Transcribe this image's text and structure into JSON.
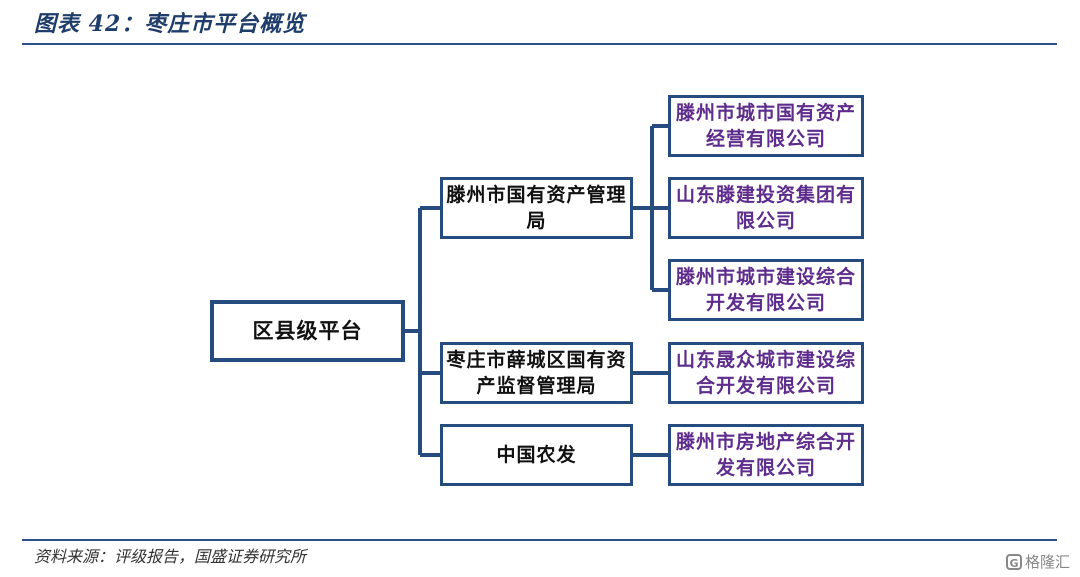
{
  "header": {
    "title": "图表 42：枣庄市平台概览"
  },
  "diagram": {
    "root": {
      "label": "区县级平台"
    },
    "branches": [
      {
        "label": "滕州市国有资产管理局",
        "children": [
          "滕州市城市国有资产经营有限公司",
          "山东滕建投资集团有限公司",
          "滕州市城市建设综合开发有限公司"
        ]
      },
      {
        "label": "枣庄市薛城区国有资产监督管理局",
        "children": [
          "山东晟众城市建设综合开发有限公司"
        ]
      },
      {
        "label": "中国农发",
        "children": [
          "滕州市房地产综合开发有限公司"
        ]
      }
    ],
    "colors": {
      "line": "#264b7f",
      "leaf_text": "#5e2c8c"
    }
  },
  "footer": {
    "source": "资料来源：评级报告，国盛证券研究所",
    "watermark": "格隆汇"
  }
}
